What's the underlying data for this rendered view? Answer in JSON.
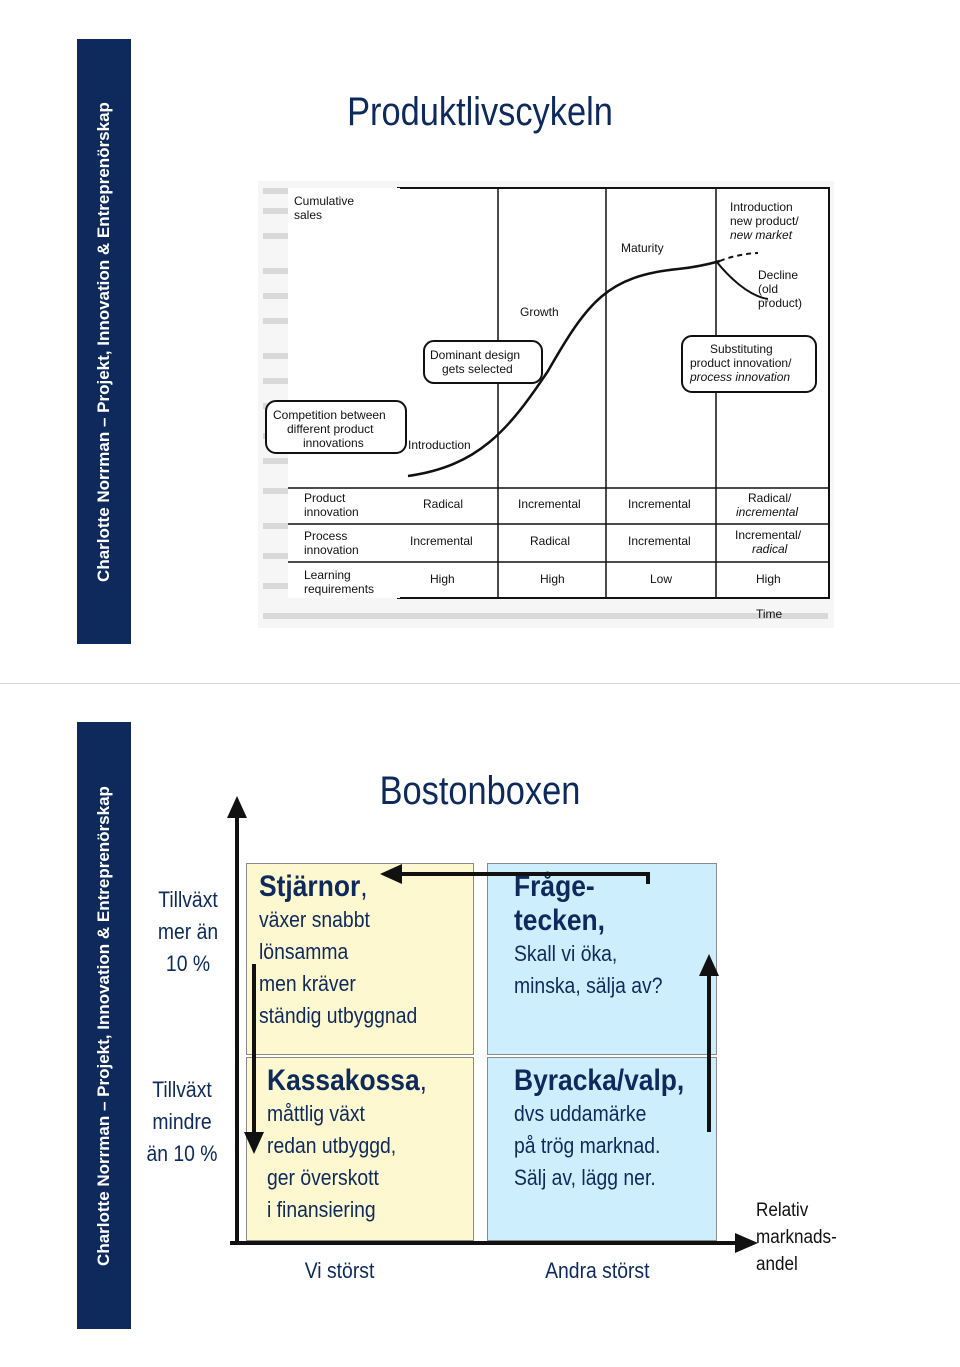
{
  "sidebar_text": "Charlotte Norrman – Projekt, Innovation & Entreprenörskap",
  "slide1": {
    "title": "Produktlivscykeln",
    "diagram": {
      "y_axis_label": [
        "Cumulative",
        "sales"
      ],
      "x_axis_label": "Time",
      "phases": [
        "Introduction",
        "Growth",
        "Maturity"
      ],
      "curve_labels": {
        "introduction": "Introduction",
        "growth": "Growth",
        "maturity": "Maturity",
        "decline": [
          "Decline",
          "(old",
          "product)"
        ],
        "new": [
          "Introduction",
          "new product/",
          "new market"
        ]
      },
      "callouts": {
        "competition": [
          "Competition between",
          "different product",
          "innovations"
        ],
        "dominant": [
          "Dominant design",
          "gets selected"
        ],
        "substituting": [
          "Substituting",
          "product innovation/",
          "process innovation"
        ]
      },
      "rows": [
        {
          "label": [
            "Product",
            "innovation"
          ],
          "cells": [
            [
              "Radical"
            ],
            [
              "Incremental"
            ],
            [
              "Incremental"
            ],
            [
              "Radical/",
              "incremental"
            ]
          ]
        },
        {
          "label": [
            "Process",
            "innovation"
          ],
          "cells": [
            [
              "Incremental"
            ],
            [
              "Radical"
            ],
            [
              "Incremental"
            ],
            [
              "Incremental/",
              "radical"
            ]
          ]
        },
        {
          "label": [
            "Learning",
            "requirements"
          ],
          "cells": [
            [
              "High"
            ],
            [
              "High"
            ],
            [
              "Low"
            ],
            [
              "High"
            ]
          ]
        }
      ]
    }
  },
  "slide2": {
    "title": "Bostonboxen",
    "growth_high": [
      "Tillväxt",
      "mer än",
      "10 %"
    ],
    "growth_low": [
      "Tillväxt",
      "mindre",
      "än 10 %"
    ],
    "stars": {
      "title": "Stjärnor",
      "lines": [
        "växer snabbt",
        "lönsamma",
        "men kräver",
        "ständig utbyggnad"
      ]
    },
    "question": {
      "title": [
        "Fråge-",
        "tecken,"
      ],
      "lines": [
        "Skall vi öka,",
        "minska, sälja av?"
      ]
    },
    "cash": {
      "title": "Kassakossa",
      "lines": [
        "måttlig växt",
        "redan utbyggd,",
        "ger överskott",
        "i finansiering"
      ]
    },
    "dog": {
      "title": "Byracka/valp,",
      "lines": [
        "dvs uddamärke",
        "på trög marknad.",
        "Sälj av, lägg ner."
      ]
    },
    "x_labels": {
      "largest": "Vi störst",
      "second": "Andra störst"
    },
    "x_axis_label": [
      "Relativ",
      "marknads-",
      "andel"
    ]
  }
}
